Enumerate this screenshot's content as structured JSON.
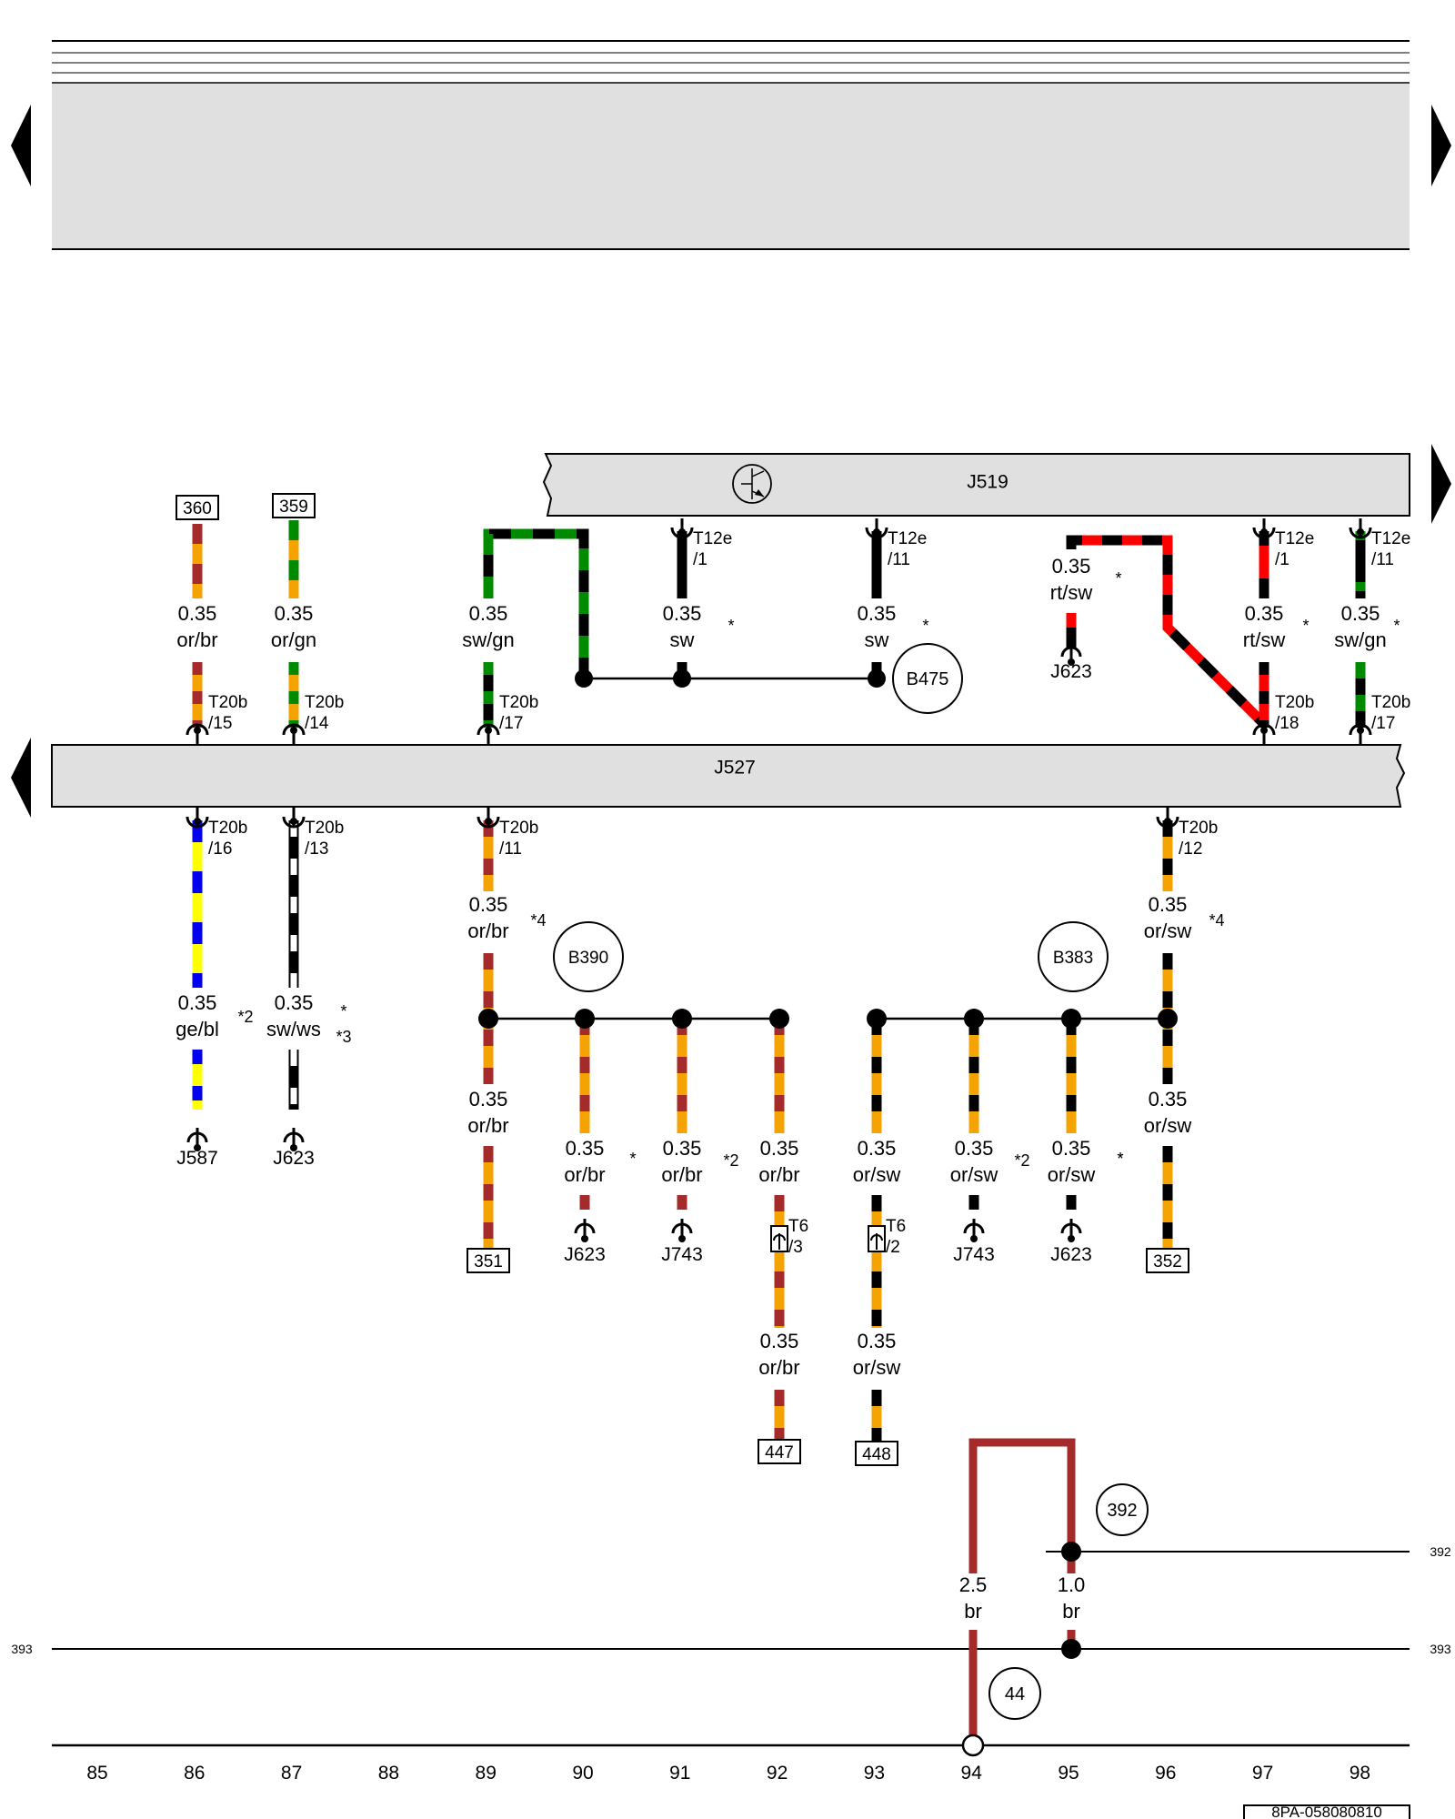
{
  "colors": {
    "or": "#f5a300",
    "br": "#a52a2a",
    "gn": "#008a00",
    "sw": "#000000",
    "rt": "#ff0000",
    "ge": "#ffff00",
    "bl": "#0000ee",
    "ws": "#ffffff",
    "panel": "#e0e0e0"
  },
  "components": {
    "j519": "J519",
    "j527": "J527",
    "j519_symbol": "transistor-icon"
  },
  "nav": {
    "left_arrows": 2,
    "right_arrows": 2
  },
  "ref_boxes": [
    {
      "id": "r360",
      "label": "360"
    },
    {
      "id": "r359",
      "label": "359"
    },
    {
      "id": "r351",
      "label": "351"
    },
    {
      "id": "r352",
      "label": "352"
    },
    {
      "id": "r447",
      "label": "447"
    },
    {
      "id": "r448",
      "label": "448"
    }
  ],
  "circles": [
    {
      "id": "b475",
      "label": "B475"
    },
    {
      "id": "b390",
      "label": "B390"
    },
    {
      "id": "b383",
      "label": "B383"
    },
    {
      "id": "c392",
      "label": "392"
    },
    {
      "id": "c44",
      "label": "44"
    }
  ],
  "wire_labels": [
    {
      "id": "w1",
      "size": "0.35",
      "color": "or/br"
    },
    {
      "id": "w2",
      "size": "0.35",
      "color": "or/gn"
    },
    {
      "id": "w3",
      "size": "0.35",
      "color": "sw/gn"
    },
    {
      "id": "w4",
      "size": "0.35",
      "color": "sw"
    },
    {
      "id": "w5",
      "size": "0.35",
      "color": "sw"
    },
    {
      "id": "w6",
      "size": "0.35",
      "color": "rt/sw"
    },
    {
      "id": "w7",
      "size": "0.35",
      "color": "rt/sw"
    },
    {
      "id": "w8",
      "size": "0.35",
      "color": "sw/gn"
    },
    {
      "id": "w9",
      "size": "0.35",
      "color": "or/br"
    },
    {
      "id": "w10",
      "size": "0.35",
      "color": "or/sw"
    },
    {
      "id": "w11",
      "size": "0.35",
      "color": "ge/bl"
    },
    {
      "id": "w12",
      "size": "0.35",
      "color": "sw/ws"
    },
    {
      "id": "w13",
      "size": "0.35",
      "color": "or/br"
    },
    {
      "id": "w14",
      "size": "0.35",
      "color": "or/br"
    },
    {
      "id": "w15",
      "size": "0.35",
      "color": "or/br"
    },
    {
      "id": "w16",
      "size": "0.35",
      "color": "or/br"
    },
    {
      "id": "w17",
      "size": "0.35",
      "color": "or/sw"
    },
    {
      "id": "w18",
      "size": "0.35",
      "color": "or/sw"
    },
    {
      "id": "w19",
      "size": "0.35",
      "color": "or/sw"
    },
    {
      "id": "w20",
      "size": "0.35",
      "color": "or/sw"
    },
    {
      "id": "w21",
      "size": "0.35",
      "color": "or/br"
    },
    {
      "id": "w22",
      "size": "0.35",
      "color": "or/sw"
    },
    {
      "id": "w23",
      "size": "2.5",
      "color": "br"
    },
    {
      "id": "w24",
      "size": "1.0",
      "color": "br"
    }
  ],
  "connector_labels": [
    {
      "id": "k1",
      "top": "T20b",
      "bottom": "/15"
    },
    {
      "id": "k2",
      "top": "T20b",
      "bottom": "/14"
    },
    {
      "id": "k3",
      "top": "T20b",
      "bottom": "/17"
    },
    {
      "id": "k4",
      "top": "T12e",
      "bottom": "/1"
    },
    {
      "id": "k5",
      "top": "T12e",
      "bottom": "/11"
    },
    {
      "id": "k6",
      "top": "T12e",
      "bottom": "/1"
    },
    {
      "id": "k7",
      "top": "T12e",
      "bottom": "/11"
    },
    {
      "id": "k8",
      "top": "T20b",
      "bottom": "/18"
    },
    {
      "id": "k9",
      "top": "T20b",
      "bottom": "/17"
    },
    {
      "id": "k10",
      "top": "T20b",
      "bottom": "/16"
    },
    {
      "id": "k11",
      "top": "T20b",
      "bottom": "/13"
    },
    {
      "id": "k12",
      "top": "T20b",
      "bottom": "/11"
    },
    {
      "id": "k13",
      "top": "T20b",
      "bottom": "/12"
    },
    {
      "id": "k14",
      "top": "T6",
      "bottom": "/3"
    },
    {
      "id": "k15",
      "top": "T6",
      "bottom": "/2"
    }
  ],
  "component_labels": [
    {
      "id": "j623a",
      "label": "J623"
    },
    {
      "id": "j587",
      "label": "J587"
    },
    {
      "id": "j623b",
      "label": "J623"
    },
    {
      "id": "j623c",
      "label": "J623"
    },
    {
      "id": "j743a",
      "label": "J743"
    },
    {
      "id": "j743b",
      "label": "J743"
    },
    {
      "id": "j623d",
      "label": "J623"
    }
  ],
  "notes": [
    {
      "id": "n1",
      "text": "*"
    },
    {
      "id": "n2",
      "text": "*"
    },
    {
      "id": "n3",
      "text": "*"
    },
    {
      "id": "n4",
      "text": "*"
    },
    {
      "id": "n5",
      "text": "*"
    },
    {
      "id": "n6",
      "text": "*4"
    },
    {
      "id": "n7",
      "text": "*4"
    },
    {
      "id": "n8",
      "text": "*2"
    },
    {
      "id": "n9",
      "text": "*"
    },
    {
      "id": "n10",
      "text": "*3"
    },
    {
      "id": "n11",
      "text": "*"
    },
    {
      "id": "n12",
      "text": "*2"
    },
    {
      "id": "n13",
      "text": "*2"
    },
    {
      "id": "n14",
      "text": "*"
    },
    {
      "id": "n15",
      "text": "*"
    }
  ],
  "bus_labels": {
    "left_393": "393",
    "right_393": "393",
    "right_392": "392"
  },
  "grid_numbers": [
    "85",
    "86",
    "87",
    "88",
    "89",
    "90",
    "91",
    "92",
    "93",
    "94",
    "95",
    "96",
    "97",
    "98"
  ],
  "doc_code": "8PA-058080810"
}
